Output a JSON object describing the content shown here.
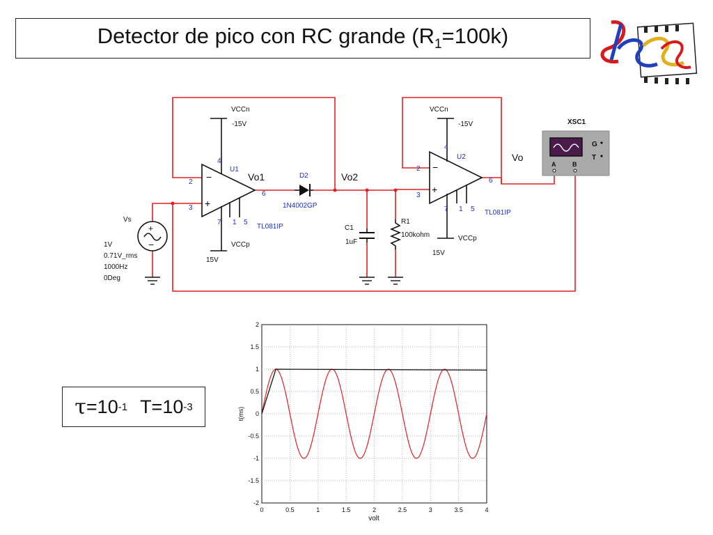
{
  "title": {
    "prefix": "Detector de pico con RC grande (R",
    "sub": "1",
    "suffix": "=100k)"
  },
  "tau_box": {
    "tau_symbol": "τ",
    "tau_eq": "=10",
    "tau_exp": "-1",
    "period_eq": "T=10",
    "period_exp": "-3"
  },
  "schematic": {
    "u1": {
      "ref": "U1",
      "part": "TL081IP",
      "pin_inv": "2",
      "pin_noninv": "3",
      "pin_out": "6",
      "pin_v_neg": "4",
      "pin_7": "7",
      "pin_1": "1",
      "pin_5": "5",
      "vcc_neg": "VCCn",
      "vcc_neg_value": "-15V",
      "vcc_pos": "VCCp",
      "vcc_pos_value": "15V"
    },
    "u2": {
      "ref": "U2",
      "part": "TL081IP",
      "pin_inv": "2",
      "pin_noninv": "3",
      "pin_out": "6",
      "pin_v_neg": "4",
      "pin_7": "7",
      "pin_1": "1",
      "pin_5": "5",
      "vcc_neg": "VCCn",
      "vcc_neg_value": "-15V",
      "vcc_pos": "VCCp",
      "vcc_pos_value": "15V"
    },
    "source": {
      "name": "Vs",
      "params": [
        "1V",
        "0.71V_rms",
        "1000Hz",
        "0Deg"
      ]
    },
    "diode": {
      "ref": "D2",
      "part": "1N4002GP"
    },
    "capacitor": {
      "ref": "C1",
      "value": "1uF"
    },
    "resistor": {
      "ref": "R1",
      "value": "100kohm"
    },
    "scope": {
      "ref": "XSC1",
      "ch_a": "A",
      "ch_b": "B",
      "g": "G",
      "t": "T"
    },
    "nets": {
      "vo1": "Vo1",
      "vo2": "Vo2",
      "vo": "Vo"
    }
  },
  "chart_data": {
    "type": "line",
    "xlabel": "volt",
    "ylabel": "t(ms)",
    "xlim": [
      0,
      4
    ],
    "ylim": [
      -2,
      2
    ],
    "xticks": [
      0,
      0.5,
      1,
      1.5,
      2,
      2.5,
      3,
      3.5,
      4
    ],
    "yticks": [
      -2,
      -1.5,
      -1,
      -0.5,
      0,
      0.5,
      1,
      1.5,
      2
    ],
    "grid": true,
    "series": [
      {
        "kind": "sine",
        "amplitude": 1,
        "period": 1,
        "phase": 0,
        "x_start": 0,
        "x_end": 4,
        "color": "#e02020"
      },
      {
        "kind": "peak-hold",
        "points": [
          [
            0,
            0
          ],
          [
            0.25,
            1
          ],
          [
            4,
            0.98
          ]
        ],
        "color": "#111111"
      }
    ]
  },
  "colors": {
    "wire": "#e02020",
    "component": "#111111",
    "label_blue": "#1a2fd0",
    "scope_body": "#aaaaaa",
    "scope_screen": "#4a1a4a"
  },
  "logo": {
    "icon": "dee-logo-icon"
  }
}
